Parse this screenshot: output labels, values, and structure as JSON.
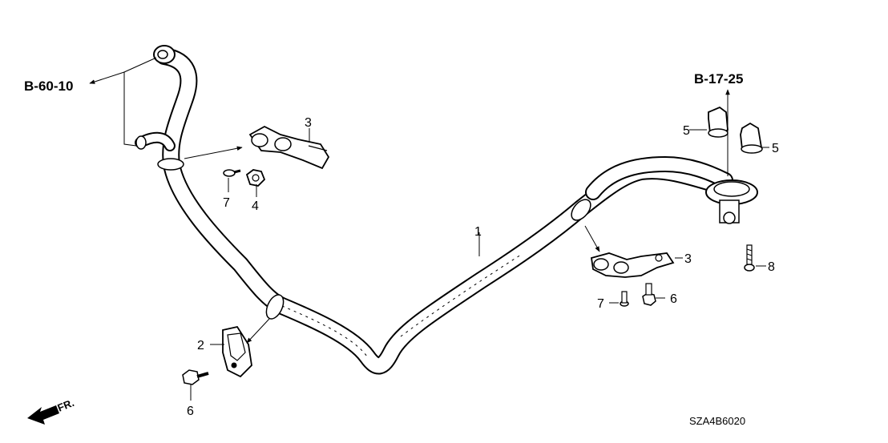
{
  "references": {
    "left": "B-60-10",
    "right": "B-17-25"
  },
  "callouts": {
    "c1": "1",
    "c2": "2",
    "c3a": "3",
    "c3b": "3",
    "c4": "4",
    "c5a": "5",
    "c5b": "5",
    "c6a": "6",
    "c6b": "6",
    "c7a": "7",
    "c7b": "7",
    "c8": "8"
  },
  "front_marker": "FR.",
  "diagram_code": "SZA4B6020"
}
